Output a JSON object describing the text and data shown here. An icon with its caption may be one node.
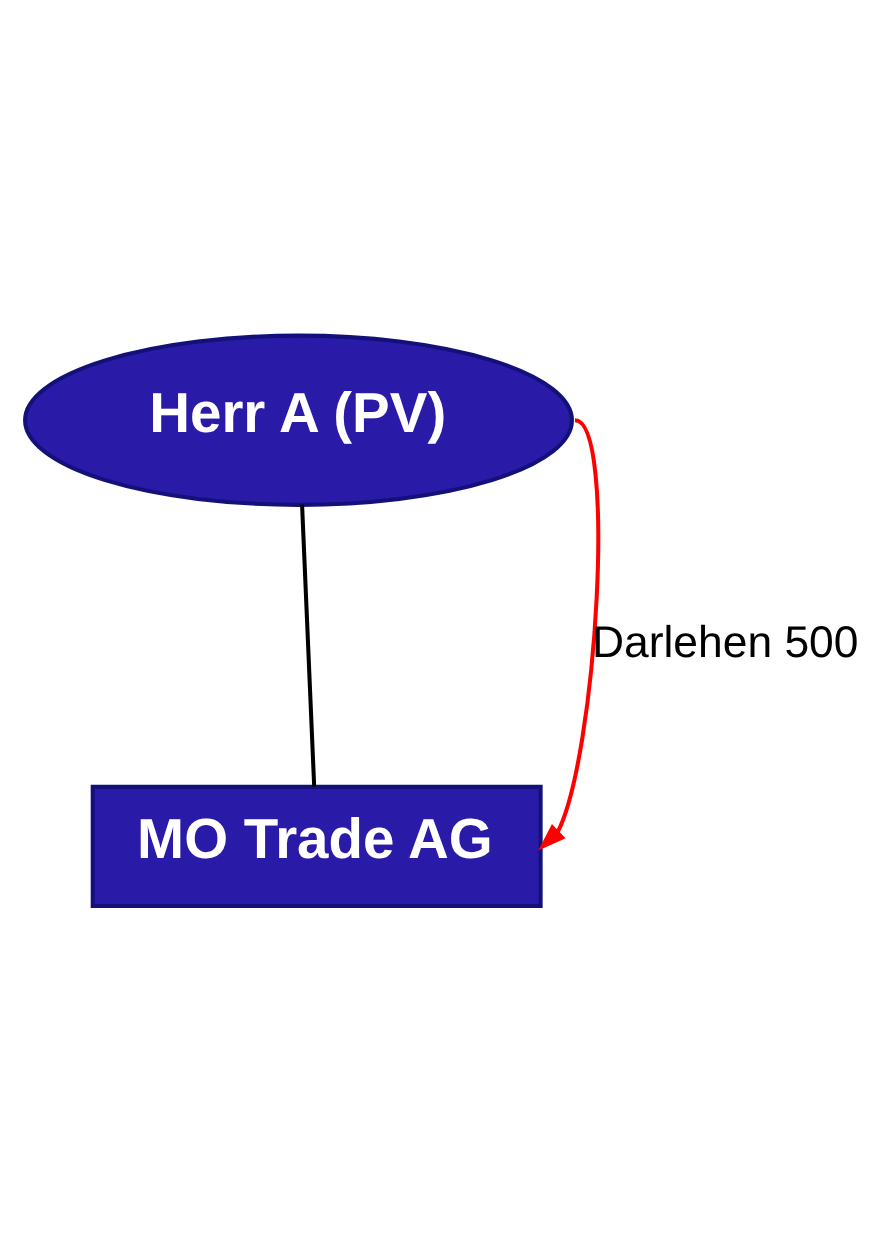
{
  "diagram": {
    "nodes": [
      {
        "text": [
          "Herr A (PV)"
        ]
      },
      {
        "text": [
          "MO Trade AG"
        ]
      }
    ],
    "edges": [
      {
        "from": 0,
        "to": 1,
        "arrow": "none"
      },
      {
        "from": 0,
        "to": 1,
        "arrow": "to",
        "label": "Darlehen 500",
        "color": "#ff0000"
      }
    ]
  }
}
